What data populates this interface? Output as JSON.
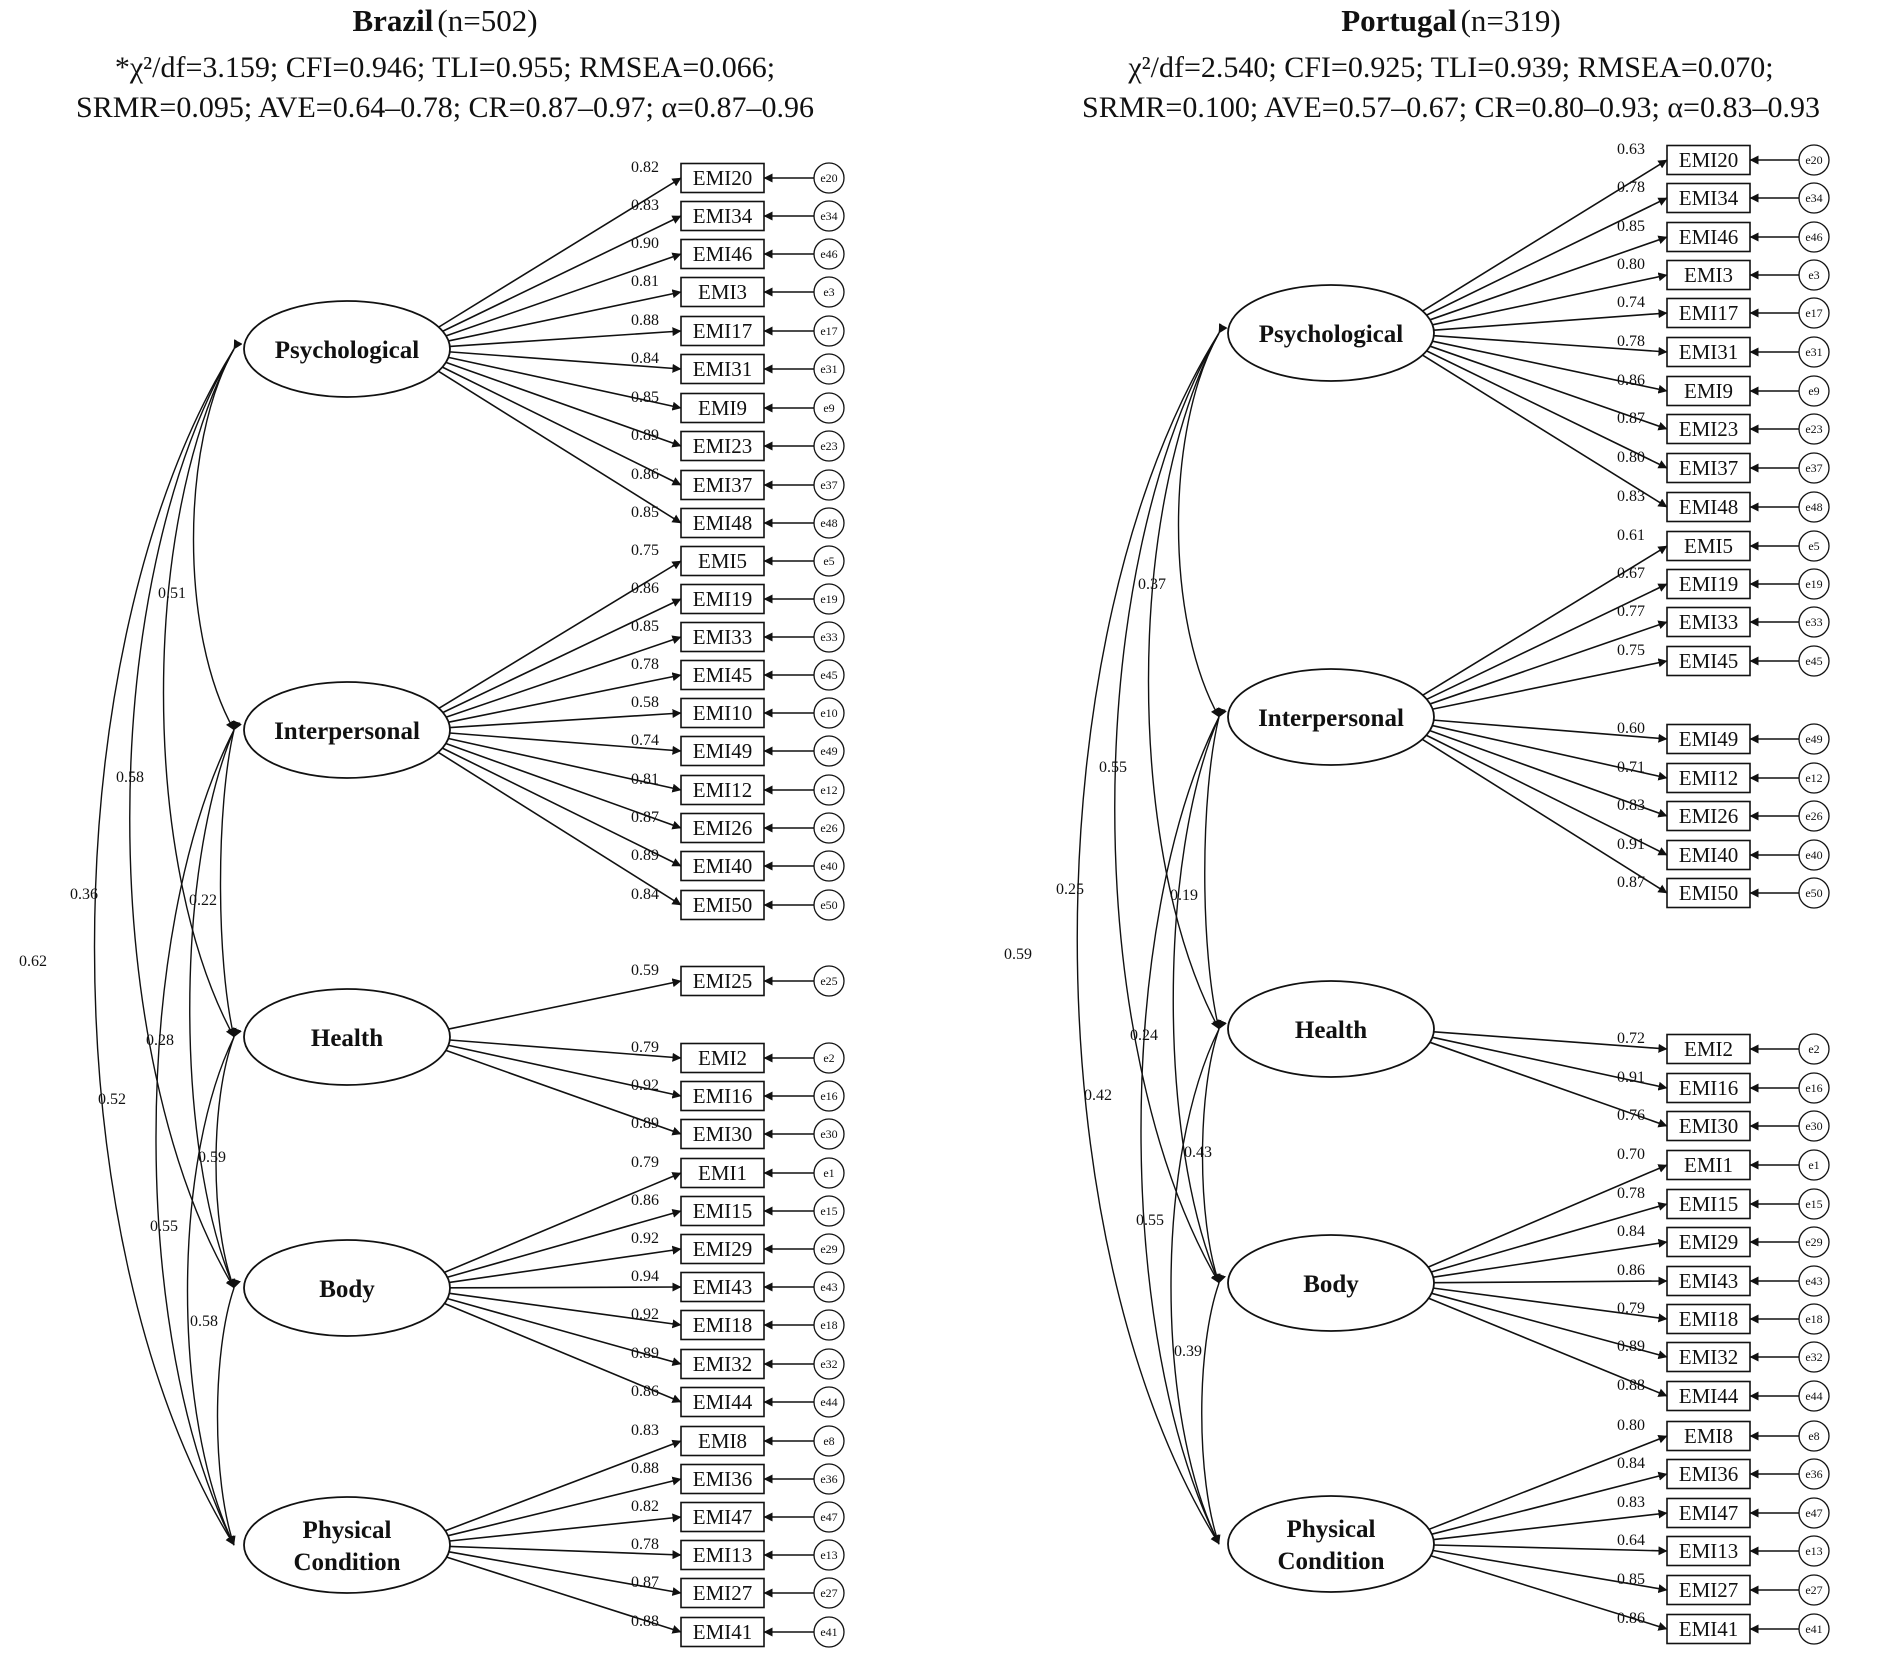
{
  "panels": [
    {
      "id": "brazil",
      "country": "Brazil",
      "n_label": "(n=502)",
      "fit_line1": "*χ²/df=3.159; CFI=0.946; TLI=0.955; RMSEA=0.066;",
      "fit_line2": "SRMR=0.095; AVE=0.64–0.78; CR=0.87–0.97; α=0.87–0.96",
      "factors": [
        {
          "label": [
            "Psychological"
          ],
          "indicators": [
            {
              "name": "EMI20",
              "error": "e20",
              "loading": "0.82"
            },
            {
              "name": "EMI34",
              "error": "e34",
              "loading": "0.83"
            },
            {
              "name": "EMI46",
              "error": "e46",
              "loading": "0.90"
            },
            {
              "name": "EMI3",
              "error": "e3",
              "loading": "0.81"
            },
            {
              "name": "EMI17",
              "error": "e17",
              "loading": "0.88"
            },
            {
              "name": "EMI31",
              "error": "e31",
              "loading": "0.84"
            },
            {
              "name": "EMI9",
              "error": "e9",
              "loading": "0.85"
            },
            {
              "name": "EMI23",
              "error": "e23",
              "loading": "0.89"
            },
            {
              "name": "EMI37",
              "error": "e37",
              "loading": "0.86"
            },
            {
              "name": "EMI48",
              "error": "e48",
              "loading": "0.85"
            }
          ]
        },
        {
          "label": [
            "Interpersonal"
          ],
          "indicators": [
            {
              "name": "EMI5",
              "error": "e5",
              "loading": "0.75"
            },
            {
              "name": "EMI19",
              "error": "e19",
              "loading": "0.86"
            },
            {
              "name": "EMI33",
              "error": "e33",
              "loading": "0.85"
            },
            {
              "name": "EMI45",
              "error": "e45",
              "loading": "0.78"
            },
            {
              "name": "EMI10",
              "error": "e10",
              "loading": "0.58"
            },
            {
              "name": "EMI49",
              "error": "e49",
              "loading": "0.74"
            },
            {
              "name": "EMI12",
              "error": "e12",
              "loading": "0.81"
            },
            {
              "name": "EMI26",
              "error": "e26",
              "loading": "0.87"
            },
            {
              "name": "EMI40",
              "error": "e40",
              "loading": "0.89"
            },
            {
              "name": "EMI50",
              "error": "e50",
              "loading": "0.84"
            }
          ]
        },
        {
          "label": [
            "Health"
          ],
          "indicators": [
            {
              "name": "EMI25",
              "error": "e25",
              "loading": "0.59"
            },
            {
              "name": "EMI2",
              "error": "e2",
              "loading": "0.79"
            },
            {
              "name": "EMI16",
              "error": "e16",
              "loading": "0.92"
            },
            {
              "name": "EMI30",
              "error": "e30",
              "loading": "0.89"
            }
          ]
        },
        {
          "label": [
            "Body"
          ],
          "indicators": [
            {
              "name": "EMI1",
              "error": "e1",
              "loading": "0.79"
            },
            {
              "name": "EMI15",
              "error": "e15",
              "loading": "0.86"
            },
            {
              "name": "EMI29",
              "error": "e29",
              "loading": "0.92"
            },
            {
              "name": "EMI43",
              "error": "e43",
              "loading": "0.94"
            },
            {
              "name": "EMI18",
              "error": "e18",
              "loading": "0.92"
            },
            {
              "name": "EMI32",
              "error": "e32",
              "loading": "0.89"
            },
            {
              "name": "EMI44",
              "error": "e44",
              "loading": "0.86"
            }
          ]
        },
        {
          "label": [
            "Physical",
            "Condition"
          ],
          "indicators": [
            {
              "name": "EMI8",
              "error": "e8",
              "loading": "0.83"
            },
            {
              "name": "EMI36",
              "error": "e36",
              "loading": "0.88"
            },
            {
              "name": "EMI47",
              "error": "e47",
              "loading": "0.82"
            },
            {
              "name": "EMI13",
              "error": "e13",
              "loading": "0.78"
            },
            {
              "name": "EMI27",
              "error": "e27",
              "loading": "0.87"
            },
            {
              "name": "EMI41",
              "error": "e41",
              "loading": "0.88"
            }
          ]
        }
      ],
      "correlations": [
        {
          "from": 0,
          "to": 1,
          "value": "0.51"
        },
        {
          "from": 0,
          "to": 2,
          "value": "0.58"
        },
        {
          "from": 0,
          "to": 3,
          "value": "0.36"
        },
        {
          "from": 0,
          "to": 4,
          "value": "0.62"
        },
        {
          "from": 1,
          "to": 2,
          "value": "0.22"
        },
        {
          "from": 1,
          "to": 3,
          "value": "0.28"
        },
        {
          "from": 1,
          "to": 4,
          "value": "0.52"
        },
        {
          "from": 2,
          "to": 3,
          "value": "0.59"
        },
        {
          "from": 2,
          "to": 4,
          "value": "0.55"
        },
        {
          "from": 3,
          "to": 4,
          "value": "0.58"
        }
      ]
    },
    {
      "id": "portugal",
      "country": "Portugal",
      "n_label": "(n=319)",
      "fit_line1": "χ²/df=2.540; CFI=0.925; TLI=0.939; RMSEA=0.070;",
      "fit_line2": "SRMR=0.100; AVE=0.57–0.67; CR=0.80–0.93; α=0.83–0.93",
      "factors": [
        {
          "label": [
            "Psychological"
          ],
          "indicators": [
            {
              "name": "EMI20",
              "error": "e20",
              "loading": "0.63"
            },
            {
              "name": "EMI34",
              "error": "e34",
              "loading": "0.78"
            },
            {
              "name": "EMI46",
              "error": "e46",
              "loading": "0.85"
            },
            {
              "name": "EMI3",
              "error": "e3",
              "loading": "0.80"
            },
            {
              "name": "EMI17",
              "error": "e17",
              "loading": "0.74"
            },
            {
              "name": "EMI31",
              "error": "e31",
              "loading": "0.78"
            },
            {
              "name": "EMI9",
              "error": "e9",
              "loading": "0.86"
            },
            {
              "name": "EMI23",
              "error": "e23",
              "loading": "0.87"
            },
            {
              "name": "EMI37",
              "error": "e37",
              "loading": "0.80"
            },
            {
              "name": "EMI48",
              "error": "e48",
              "loading": "0.83"
            }
          ]
        },
        {
          "label": [
            "Interpersonal"
          ],
          "indicators": [
            {
              "name": "EMI5",
              "error": "e5",
              "loading": "0.61"
            },
            {
              "name": "EMI19",
              "error": "e19",
              "loading": "0.67"
            },
            {
              "name": "EMI33",
              "error": "e33",
              "loading": "0.77"
            },
            {
              "name": "EMI45",
              "error": "e45",
              "loading": "0.75"
            },
            {
              "name": "EMI49",
              "error": "e49",
              "loading": "0.60"
            },
            {
              "name": "EMI12",
              "error": "e12",
              "loading": "0.71"
            },
            {
              "name": "EMI26",
              "error": "e26",
              "loading": "0.83"
            },
            {
              "name": "EMI40",
              "error": "e40",
              "loading": "0.91"
            },
            {
              "name": "EMI50",
              "error": "e50",
              "loading": "0.87"
            }
          ]
        },
        {
          "label": [
            "Health"
          ],
          "indicators": [
            {
              "name": "EMI2",
              "error": "e2",
              "loading": "0.72"
            },
            {
              "name": "EMI16",
              "error": "e16",
              "loading": "0.91"
            },
            {
              "name": "EMI30",
              "error": "e30",
              "loading": "0.76"
            }
          ]
        },
        {
          "label": [
            "Body"
          ],
          "indicators": [
            {
              "name": "EMI1",
              "error": "e1",
              "loading": "0.70"
            },
            {
              "name": "EMI15",
              "error": "e15",
              "loading": "0.78"
            },
            {
              "name": "EMI29",
              "error": "e29",
              "loading": "0.84"
            },
            {
              "name": "EMI43",
              "error": "e43",
              "loading": "0.86"
            },
            {
              "name": "EMI18",
              "error": "e18",
              "loading": "0.79"
            },
            {
              "name": "EMI32",
              "error": "e32",
              "loading": "0.89"
            },
            {
              "name": "EMI44",
              "error": "e44",
              "loading": "0.88"
            }
          ]
        },
        {
          "label": [
            "Physical",
            "Condition"
          ],
          "indicators": [
            {
              "name": "EMI8",
              "error": "e8",
              "loading": "0.80"
            },
            {
              "name": "EMI36",
              "error": "e36",
              "loading": "0.84"
            },
            {
              "name": "EMI47",
              "error": "e47",
              "loading": "0.83"
            },
            {
              "name": "EMI13",
              "error": "e13",
              "loading": "0.64"
            },
            {
              "name": "EMI27",
              "error": "e27",
              "loading": "0.85"
            },
            {
              "name": "EMI41",
              "error": "e41",
              "loading": "0.86"
            }
          ]
        }
      ],
      "correlations": [
        {
          "from": 0,
          "to": 1,
          "value": "0.37"
        },
        {
          "from": 0,
          "to": 2,
          "value": "0.55"
        },
        {
          "from": 0,
          "to": 3,
          "value": "0.25"
        },
        {
          "from": 0,
          "to": 4,
          "value": "0.59"
        },
        {
          "from": 1,
          "to": 2,
          "value": "0.19"
        },
        {
          "from": 1,
          "to": 3,
          "value": "0.24"
        },
        {
          "from": 1,
          "to": 4,
          "value": "0.42"
        },
        {
          "from": 2,
          "to": 3,
          "value": "0.43"
        },
        {
          "from": 2,
          "to": 4,
          "value": "0.55"
        },
        {
          "from": 3,
          "to": 4,
          "value": "0.39"
        }
      ]
    }
  ]
}
